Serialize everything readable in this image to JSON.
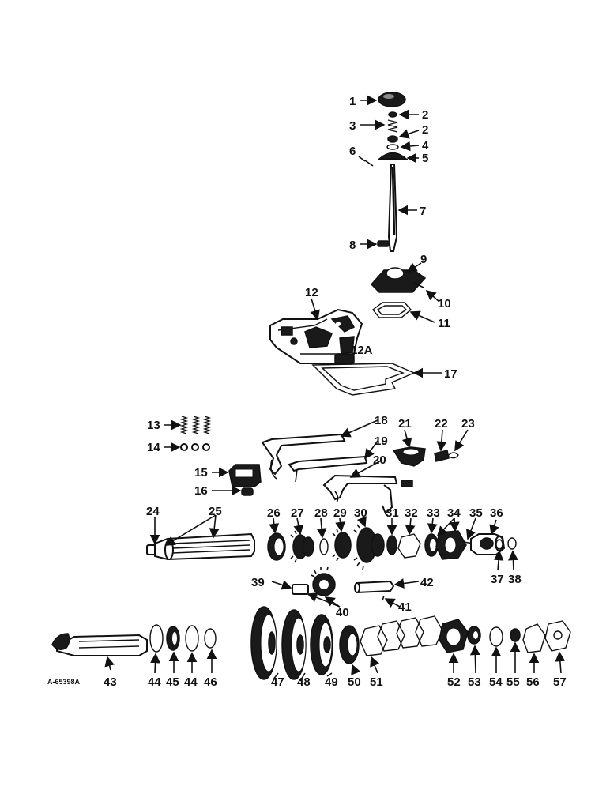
{
  "drawing_code": "A-65398A",
  "callouts": {
    "c1": "1",
    "c2a": "2",
    "c2b": "2",
    "c3": "3",
    "c4": "4",
    "c5": "5",
    "c6": "6",
    "c7": "7",
    "c8": "8",
    "c9": "9",
    "c10": "10",
    "c11": "11",
    "c12": "12",
    "c12a": "12A",
    "c13": "13",
    "c14": "14",
    "c15": "15",
    "c16": "16",
    "c17": "17",
    "c18": "18",
    "c19": "19",
    "c20": "20",
    "c21": "21",
    "c22": "22",
    "c23": "23",
    "c24": "24",
    "c25": "25",
    "c26": "26",
    "c27": "27",
    "c28": "28",
    "c29": "29",
    "c30": "30",
    "c31": "31",
    "c32": "32",
    "c33": "33",
    "c34": "34",
    "c35": "35",
    "c36": "36",
    "c37": "37",
    "c38": "38",
    "c39": "39",
    "c40": "40",
    "c41": "41",
    "c42": "42",
    "c43": "43",
    "c44a": "44",
    "c45": "45",
    "c44b": "44",
    "c46": "46",
    "c47": "47",
    "c48": "48",
    "c49": "49",
    "c50": "50",
    "c51": "51",
    "c52": "52",
    "c53": "53",
    "c54": "54",
    "c55": "55",
    "c56": "56",
    "c57": "57"
  }
}
